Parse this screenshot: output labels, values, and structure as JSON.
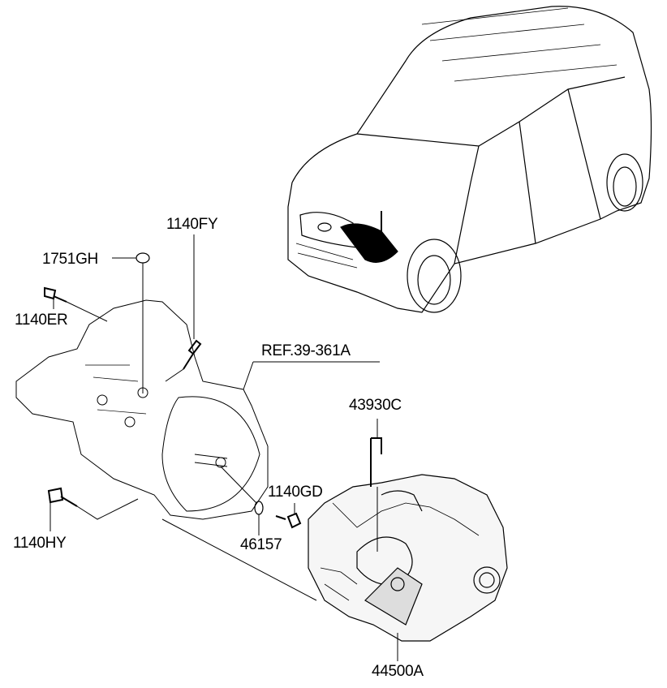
{
  "diagram": {
    "labels": {
      "part_1140FY": "1140FY",
      "part_1751GH": "1751GH",
      "part_1140ER": "1140ER",
      "ref": "REF.39-361A",
      "part_43930C": "43930C",
      "part_1140GD": "1140GD",
      "part_46157": "46157",
      "part_1140HY": "1140HY",
      "part_44500A": "44500A"
    }
  }
}
